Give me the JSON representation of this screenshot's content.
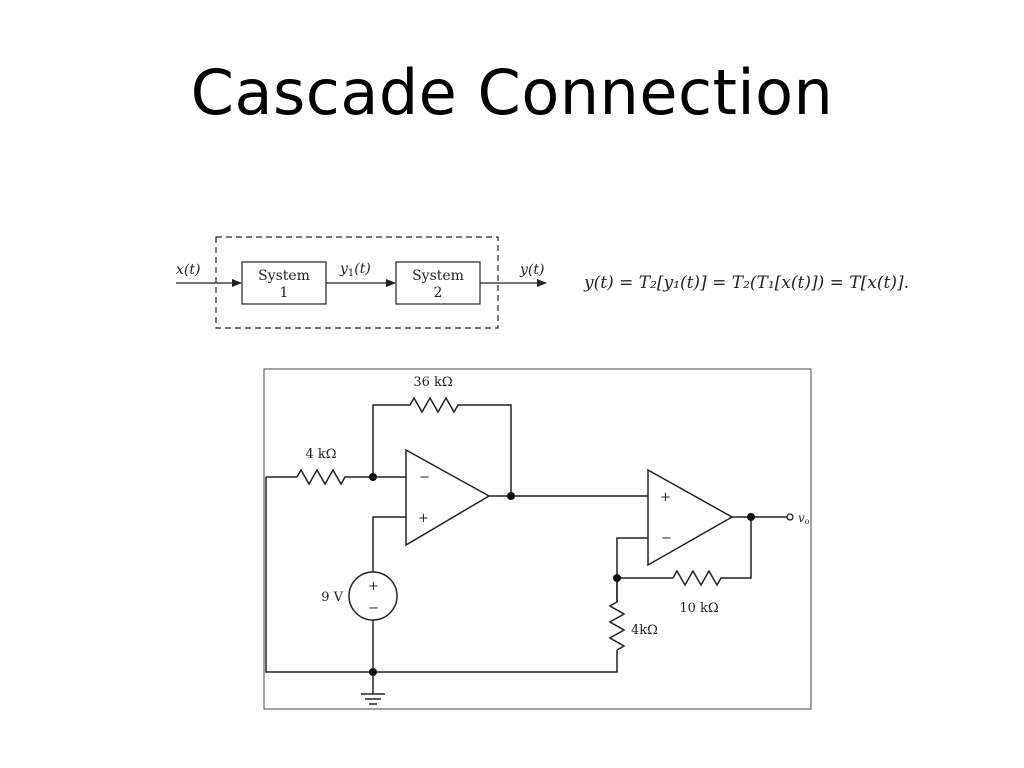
{
  "slide": {
    "title": "Cascade Connection"
  },
  "block_diagram": {
    "input_label": "x(t)",
    "intermediate_label_main": "y",
    "intermediate_label_sub": "1",
    "intermediate_label_tail": "(t)",
    "output_label": "y(t)",
    "system1": {
      "line1": "System",
      "line2": "1"
    },
    "system2": {
      "line1": "System",
      "line2": "2"
    }
  },
  "equation": {
    "text": "y(t) = T₂[y₁(t)] = T₂(T₁[x(t)]) = T[x(t)]."
  },
  "circuit": {
    "r_feedback_1": "36 kΩ",
    "r_input_1": "4 kΩ",
    "source_voltage": "9 V",
    "r_feedback_2": "10 kΩ",
    "r_ground_2": "4kΩ",
    "output_label": "v",
    "output_sub": "o",
    "plus_sign": "+",
    "minus_sign": "−"
  }
}
